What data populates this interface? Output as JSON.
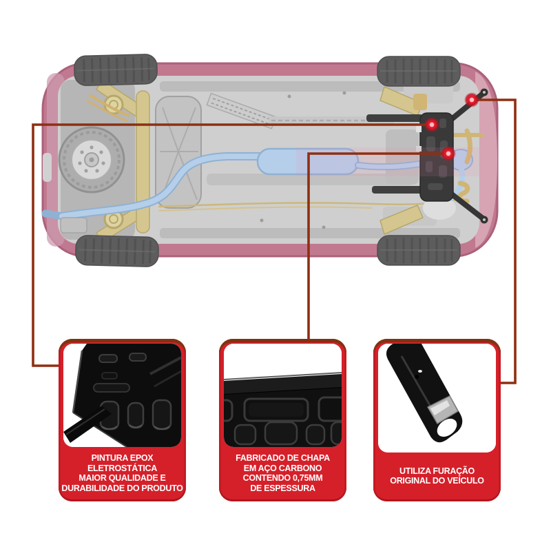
{
  "diagram": {
    "subject": "car-underside-top-view-with-engine-skid-plate",
    "language": "pt-BR",
    "colors": {
      "accent_red": "#d5202a",
      "banner_top_edge": "#7e3411",
      "callout_line": "#8f2f12",
      "callout_dot": "#e51c2e",
      "car_body_maroon": "#b6607a",
      "exhaust_blue": "#a8c6e6",
      "suspension_tan": "#cdbc7c",
      "skid_plate_black": "#141414",
      "floor_gray": "#c6c6c6"
    },
    "callout_dots": [
      {
        "name": "dot-skid-plate-top"
      },
      {
        "name": "dot-skid-plate-middle"
      },
      {
        "name": "dot-mounting-strut"
      }
    ]
  },
  "callout_boxes": [
    {
      "name": "pintura-epox",
      "photo": "skid-plate-painted-surface",
      "lines": [
        "PINTURA EPOX",
        "ELETROSTÁTICA",
        "MAIOR QUALIDADE E",
        "DURABILIDADE DO PRODUTO"
      ]
    },
    {
      "name": "aco-carbono",
      "photo": "plate-edge-stamped-steel",
      "lines": [
        "FABRICADO DE CHAPA",
        "EM AÇO CARBONO",
        "CONTENDO 0,75MM",
        "DE ESPESSURA"
      ]
    },
    {
      "name": "furacao-original",
      "photo": "mounting-arm-with-original-hole",
      "lines": [
        "UTILIZA FURAÇÃO",
        "ORIGINAL DO VEÍCULO"
      ]
    }
  ]
}
